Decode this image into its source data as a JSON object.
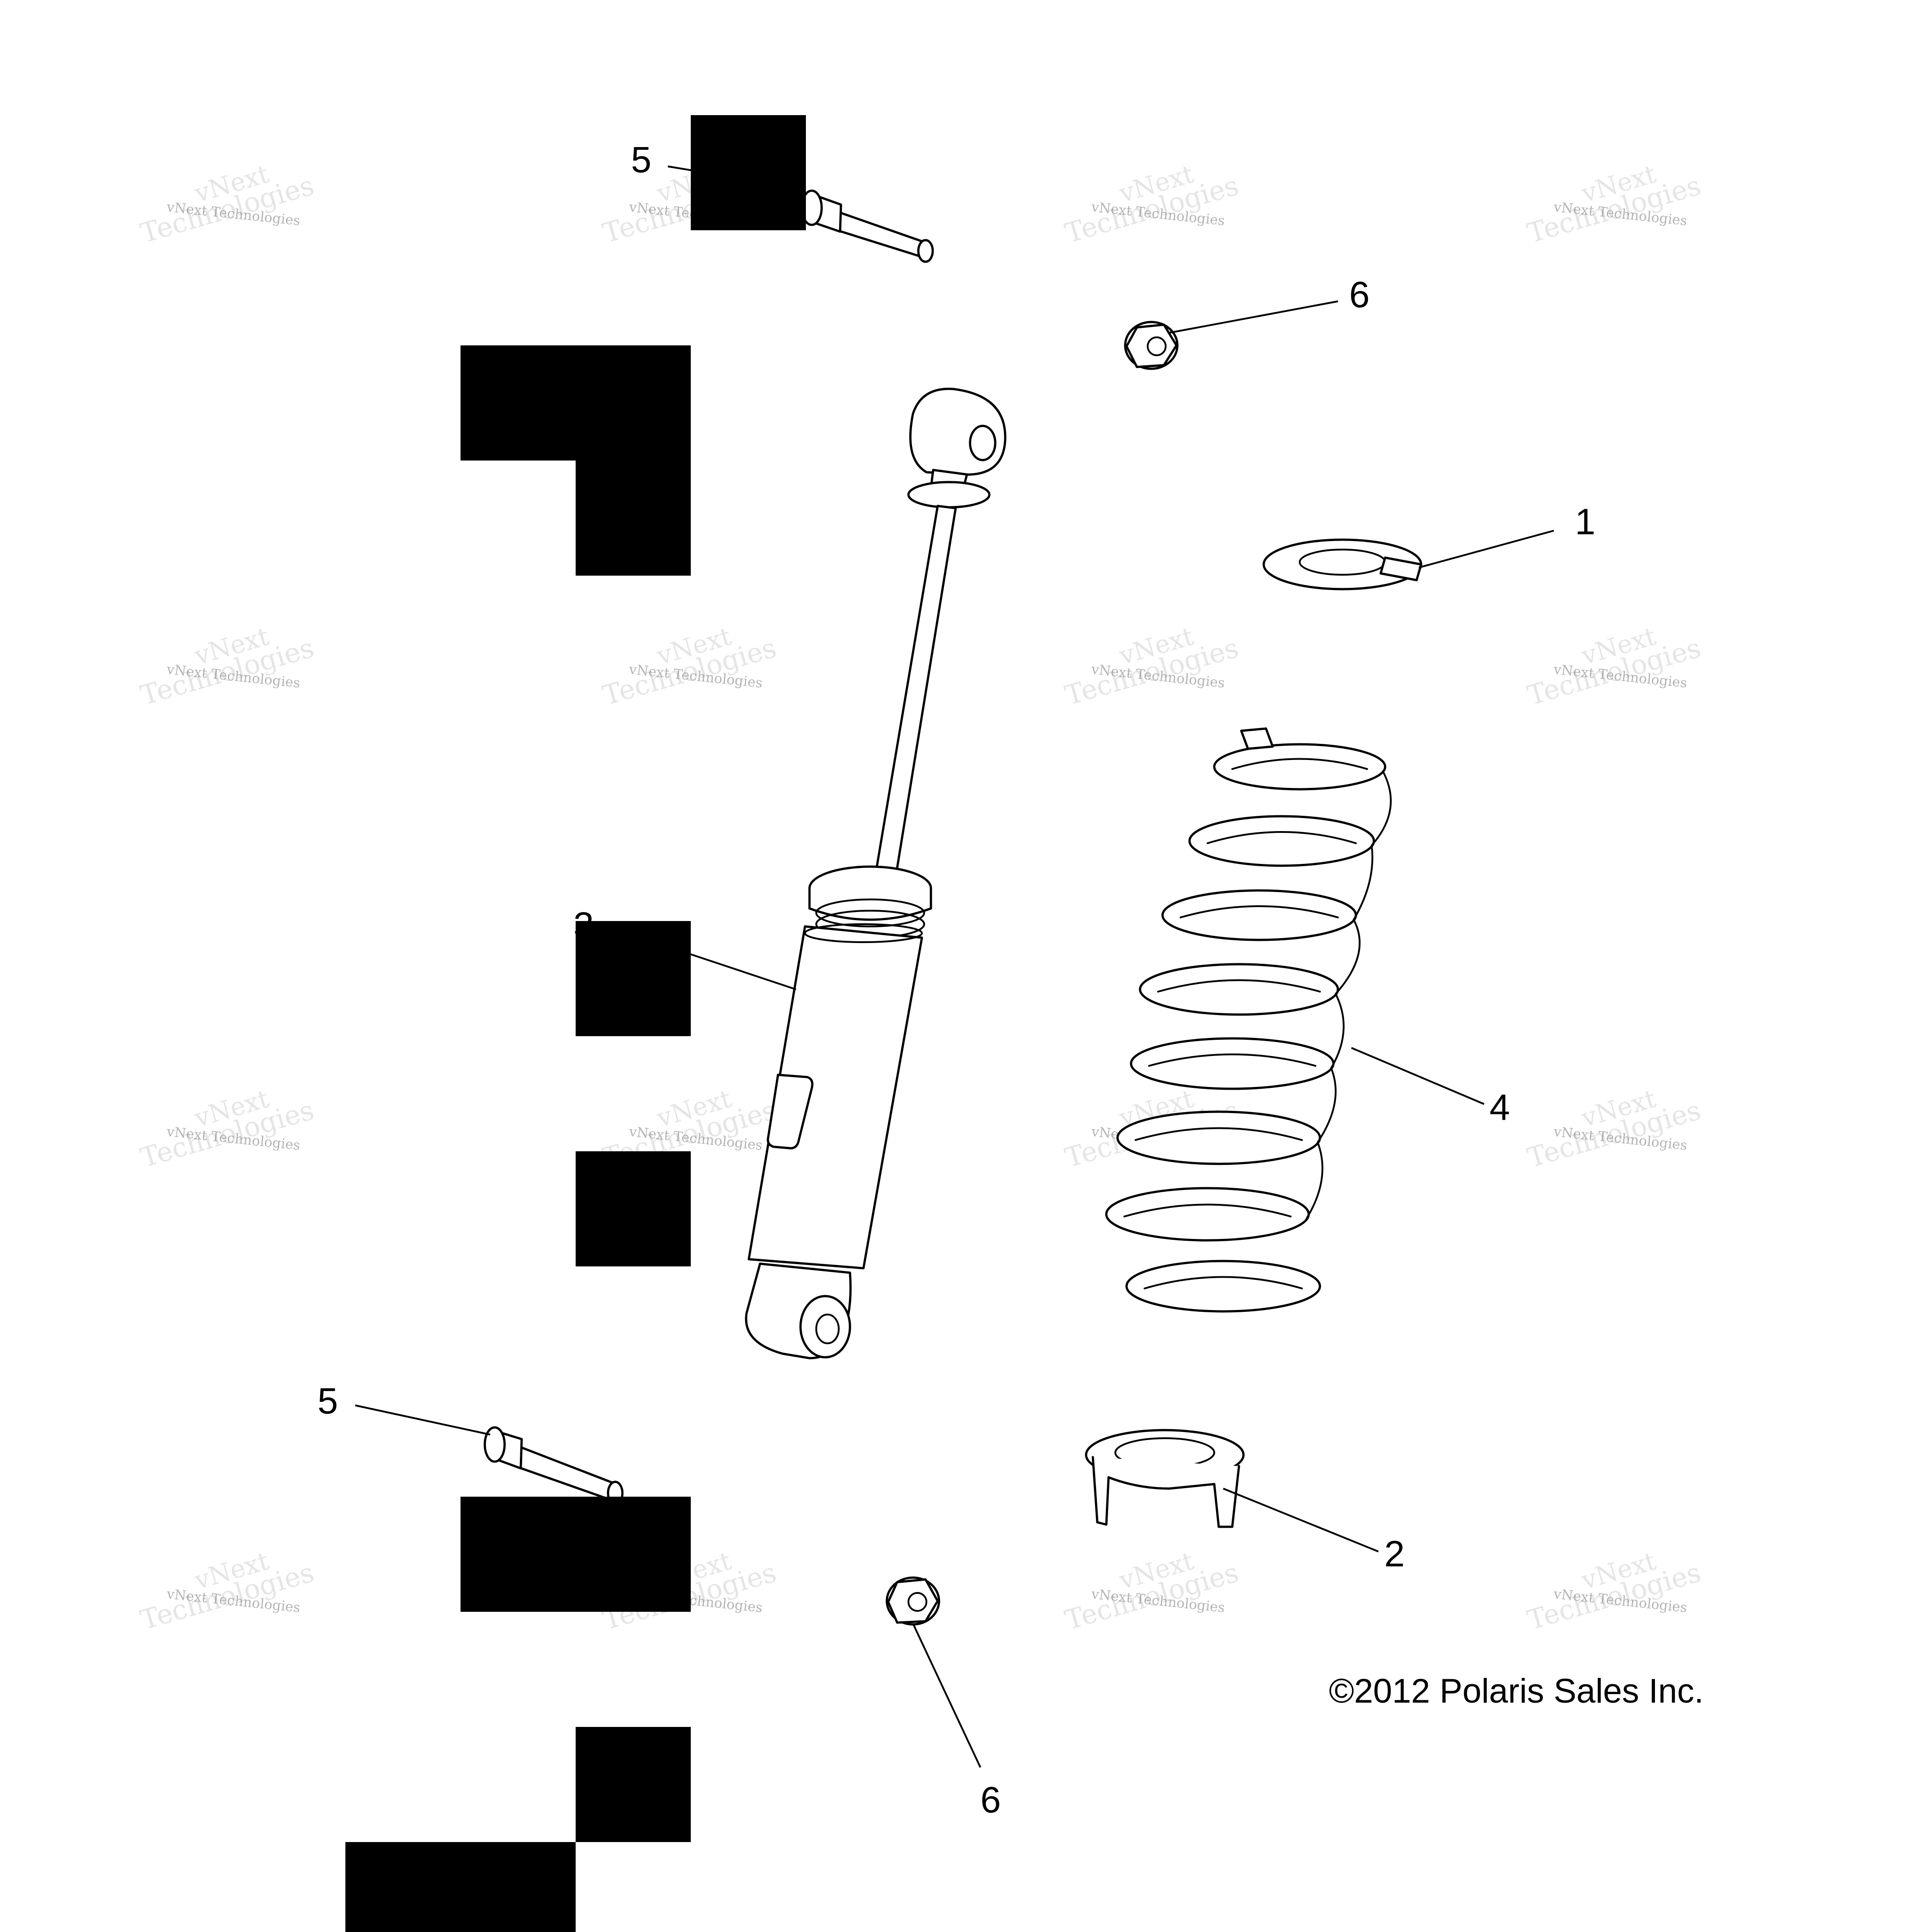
{
  "callouts": {
    "c1": "1",
    "c2": "2",
    "c3": "3",
    "c4": "4",
    "c5_top": "5",
    "c5_bottom": "5",
    "c6_top": "6",
    "c6_bottom": "6"
  },
  "copyright": "©2012 Polaris Sales Inc.",
  "watermark": {
    "line1": "vNext Technologies",
    "line2": "vNext",
    "line3": "Technologies"
  },
  "colors": {
    "line": "#000000",
    "background": "#ffffff",
    "watermark": "#777777"
  }
}
